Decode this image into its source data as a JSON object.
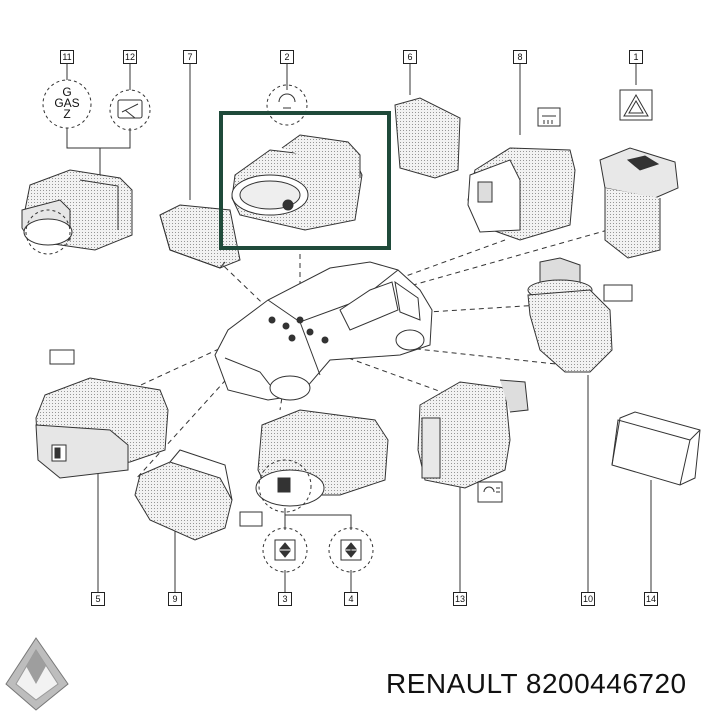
{
  "brand": {
    "name": "RENAULT",
    "part_number": "8200446720"
  },
  "symbols": {
    "gas_top": "G",
    "gas_mid": "GAS",
    "gas_bot": "Z"
  },
  "callouts": [
    {
      "id": "11",
      "text": "11"
    },
    {
      "id": "12",
      "text": "12"
    },
    {
      "id": "7",
      "text": "7"
    },
    {
      "id": "2",
      "text": "2"
    },
    {
      "id": "6",
      "text": "6"
    },
    {
      "id": "8",
      "text": "8"
    },
    {
      "id": "1",
      "text": "1"
    },
    {
      "id": "5",
      "text": "5"
    },
    {
      "id": "9",
      "text": "9"
    },
    {
      "id": "3",
      "text": "3"
    },
    {
      "id": "4",
      "text": "4"
    },
    {
      "id": "13",
      "text": "13"
    },
    {
      "id": "10",
      "text": "10"
    },
    {
      "id": "14",
      "text": "14"
    }
  ],
  "colors": {
    "highlight_frame": "#1f4a3a",
    "line": "#333333",
    "part_fill": "#f4f4f4",
    "part_shade": "#d8d8d8"
  }
}
